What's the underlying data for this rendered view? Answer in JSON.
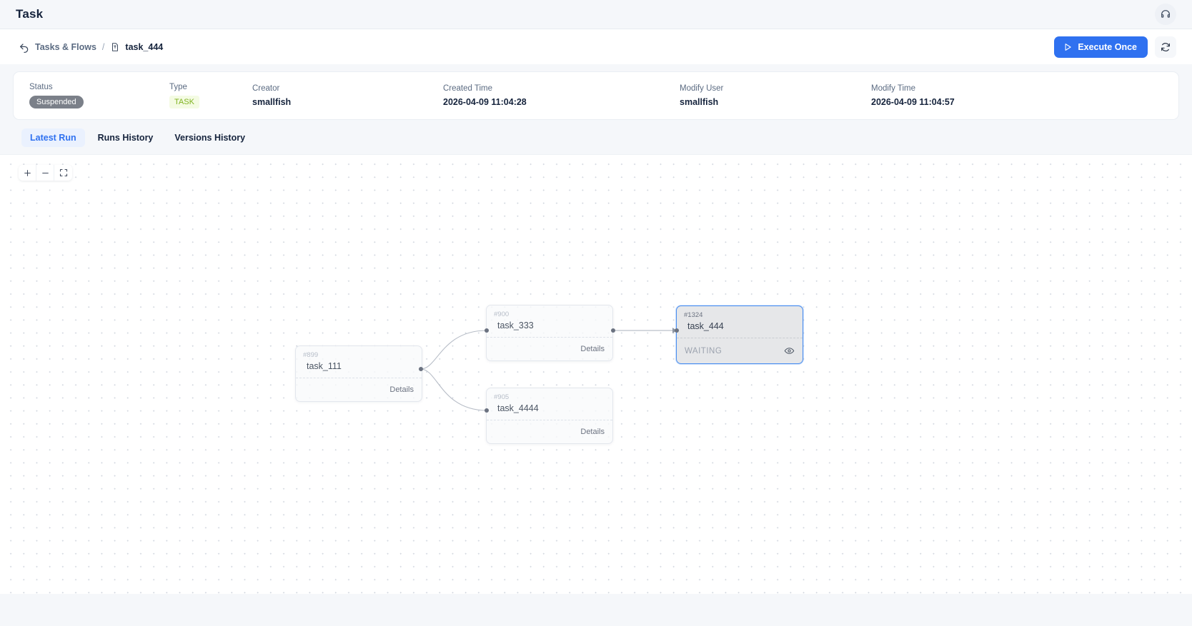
{
  "app": {
    "title": "Task",
    "support_icon": "headset-icon"
  },
  "breadcrumb": {
    "back_icon": "back-arrow-icon",
    "parent": "Tasks & Flows",
    "separator": "/",
    "file_icon": "task-file-icon",
    "current": "task_444"
  },
  "actions": {
    "execute_icon": "play-icon",
    "execute_label": "Execute Once",
    "refresh_icon": "refresh-icon"
  },
  "info": {
    "fields": [
      {
        "label": "Status",
        "value": "Suspended",
        "kind": "status-badge"
      },
      {
        "label": "Type",
        "value": "TASK",
        "kind": "type-badge"
      },
      {
        "label": "Creator",
        "value": "smallfish",
        "kind": "text"
      },
      {
        "label": "Created Time",
        "value": "2026-04-09 11:04:28",
        "kind": "text"
      },
      {
        "label": "Modify User",
        "value": "smallfish",
        "kind": "text"
      },
      {
        "label": "Modify Time",
        "value": "2026-04-09 11:04:57",
        "kind": "text"
      }
    ]
  },
  "tabs": [
    {
      "label": "Latest Run",
      "active": true
    },
    {
      "label": "Runs History",
      "active": false
    },
    {
      "label": "Versions History",
      "active": false
    }
  ],
  "canvas": {
    "zoom_tools": [
      {
        "name": "zoom-in-icon",
        "glyph": "+"
      },
      {
        "name": "zoom-out-icon",
        "glyph": "−"
      },
      {
        "name": "fit-screen-icon",
        "glyph": "fit"
      }
    ],
    "nodes": [
      {
        "id": "#899",
        "title": "task_111",
        "details_label": "Details",
        "selected": false,
        "status": ""
      },
      {
        "id": "#900",
        "title": "task_333",
        "details_label": "Details",
        "selected": false,
        "status": ""
      },
      {
        "id": "#905",
        "title": "task_4444",
        "details_label": "Details",
        "selected": false,
        "status": ""
      },
      {
        "id": "#1324",
        "title": "task_444",
        "details_label": "",
        "selected": true,
        "status": "WAITING",
        "eye_icon": "eye-icon"
      }
    ]
  },
  "colors": {
    "accent": "#2f71f0",
    "selected_border": "#4a8ef0",
    "status_badge": "#7b8089",
    "type_badge_bg": "#f4fbe3",
    "type_badge_text": "#7fb321",
    "canvas_bg": "#ffffff",
    "page_bg": "#f5f7fa"
  }
}
